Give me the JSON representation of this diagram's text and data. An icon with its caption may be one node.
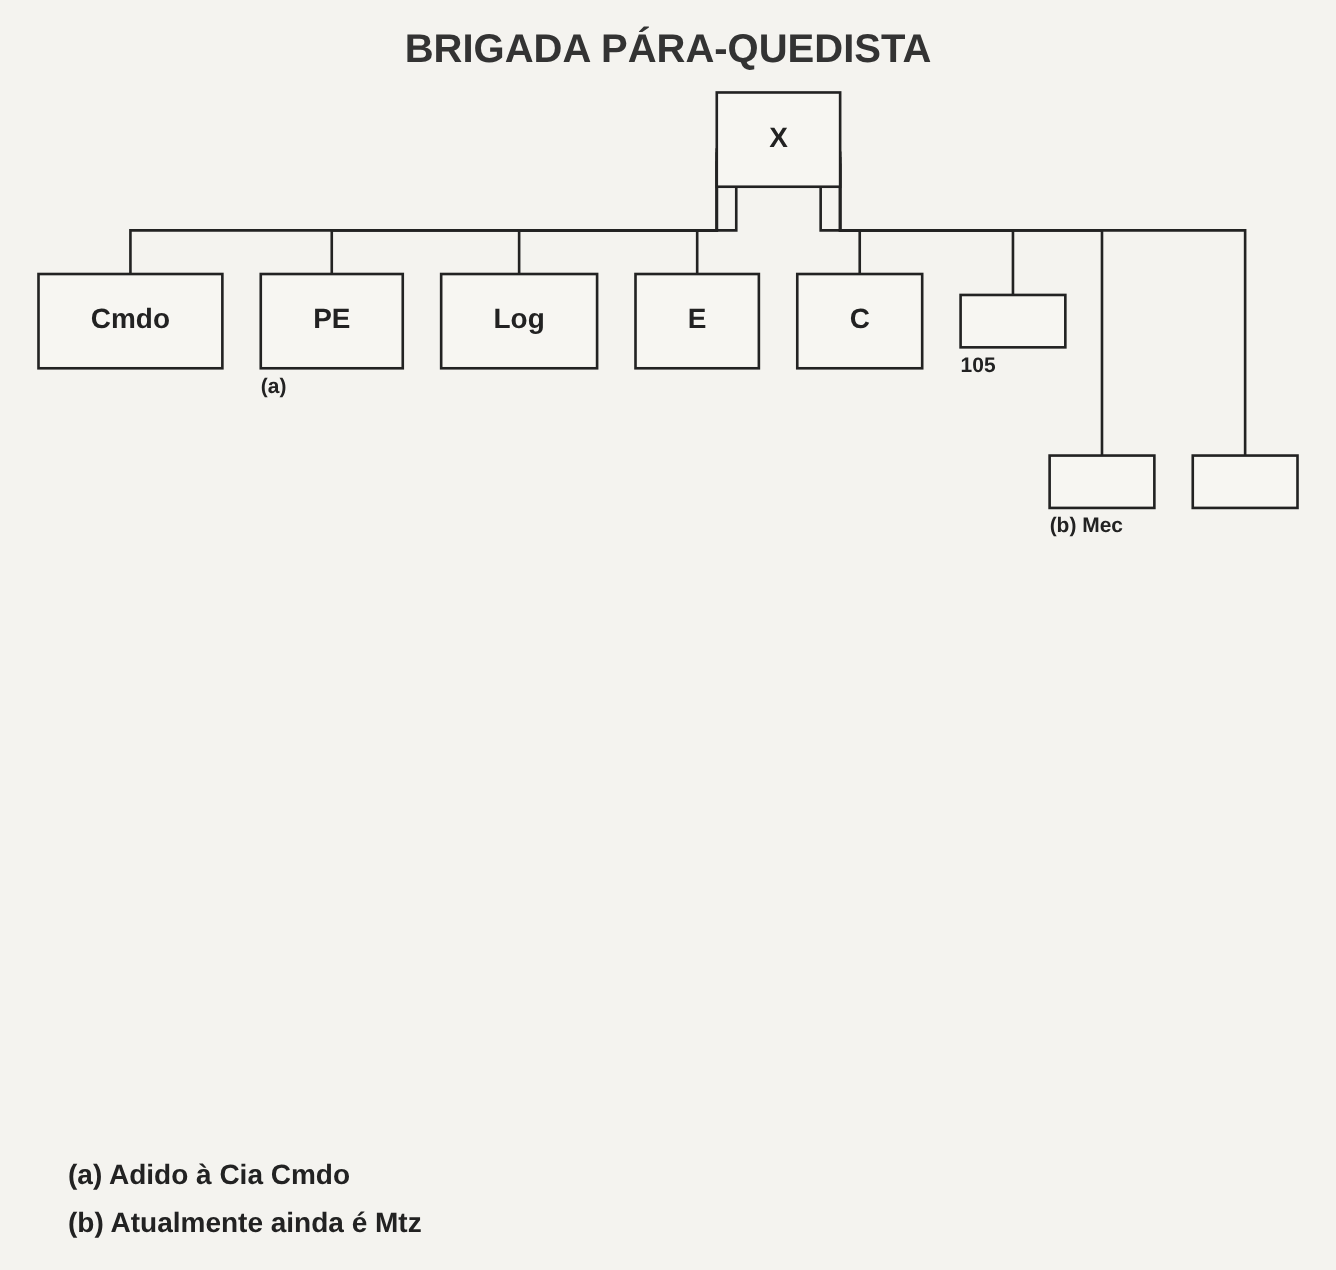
{
  "diagram": {
    "title": "BRIGADA PÁRA-QUEDISTA",
    "nodes": [
      {
        "text": [
          "X"
        ]
      },
      {
        "text": [
          "Cmdo"
        ]
      },
      {
        "text": [
          "PE"
        ],
        "beside": [
          "(a)"
        ]
      },
      {
        "text": [
          "Log"
        ]
      },
      {
        "text": [
          "E"
        ]
      },
      {
        "text": [
          "C"
        ]
      },
      {
        "text": [],
        "shape": "box",
        "beside": [
          "105"
        ]
      },
      {
        "text": [],
        "shape": "box",
        "beside": [
          "(b) Mec"
        ]
      },
      {
        "text": [],
        "shape": "box"
      }
    ],
    "edges": [
      {
        "from": 0,
        "to": 1,
        "arrow": "none"
      },
      {
        "from": 0,
        "to": 2,
        "arrow": "none"
      },
      {
        "from": 0,
        "to": 3,
        "arrow": "none"
      },
      {
        "from": 0,
        "to": 4,
        "arrow": "none"
      },
      {
        "from": 0,
        "to": 5,
        "arrow": "none"
      },
      {
        "from": 0,
        "to": 6,
        "arrow": "none"
      },
      {
        "from": 0,
        "to": 7,
        "arrow": "none"
      },
      {
        "from": 0,
        "to": 8,
        "arrow": "none"
      }
    ],
    "labels": [
      "(a) Adido à Cia Cmdo",
      "(b) Atualmente ainda é Mtz"
    ]
  }
}
